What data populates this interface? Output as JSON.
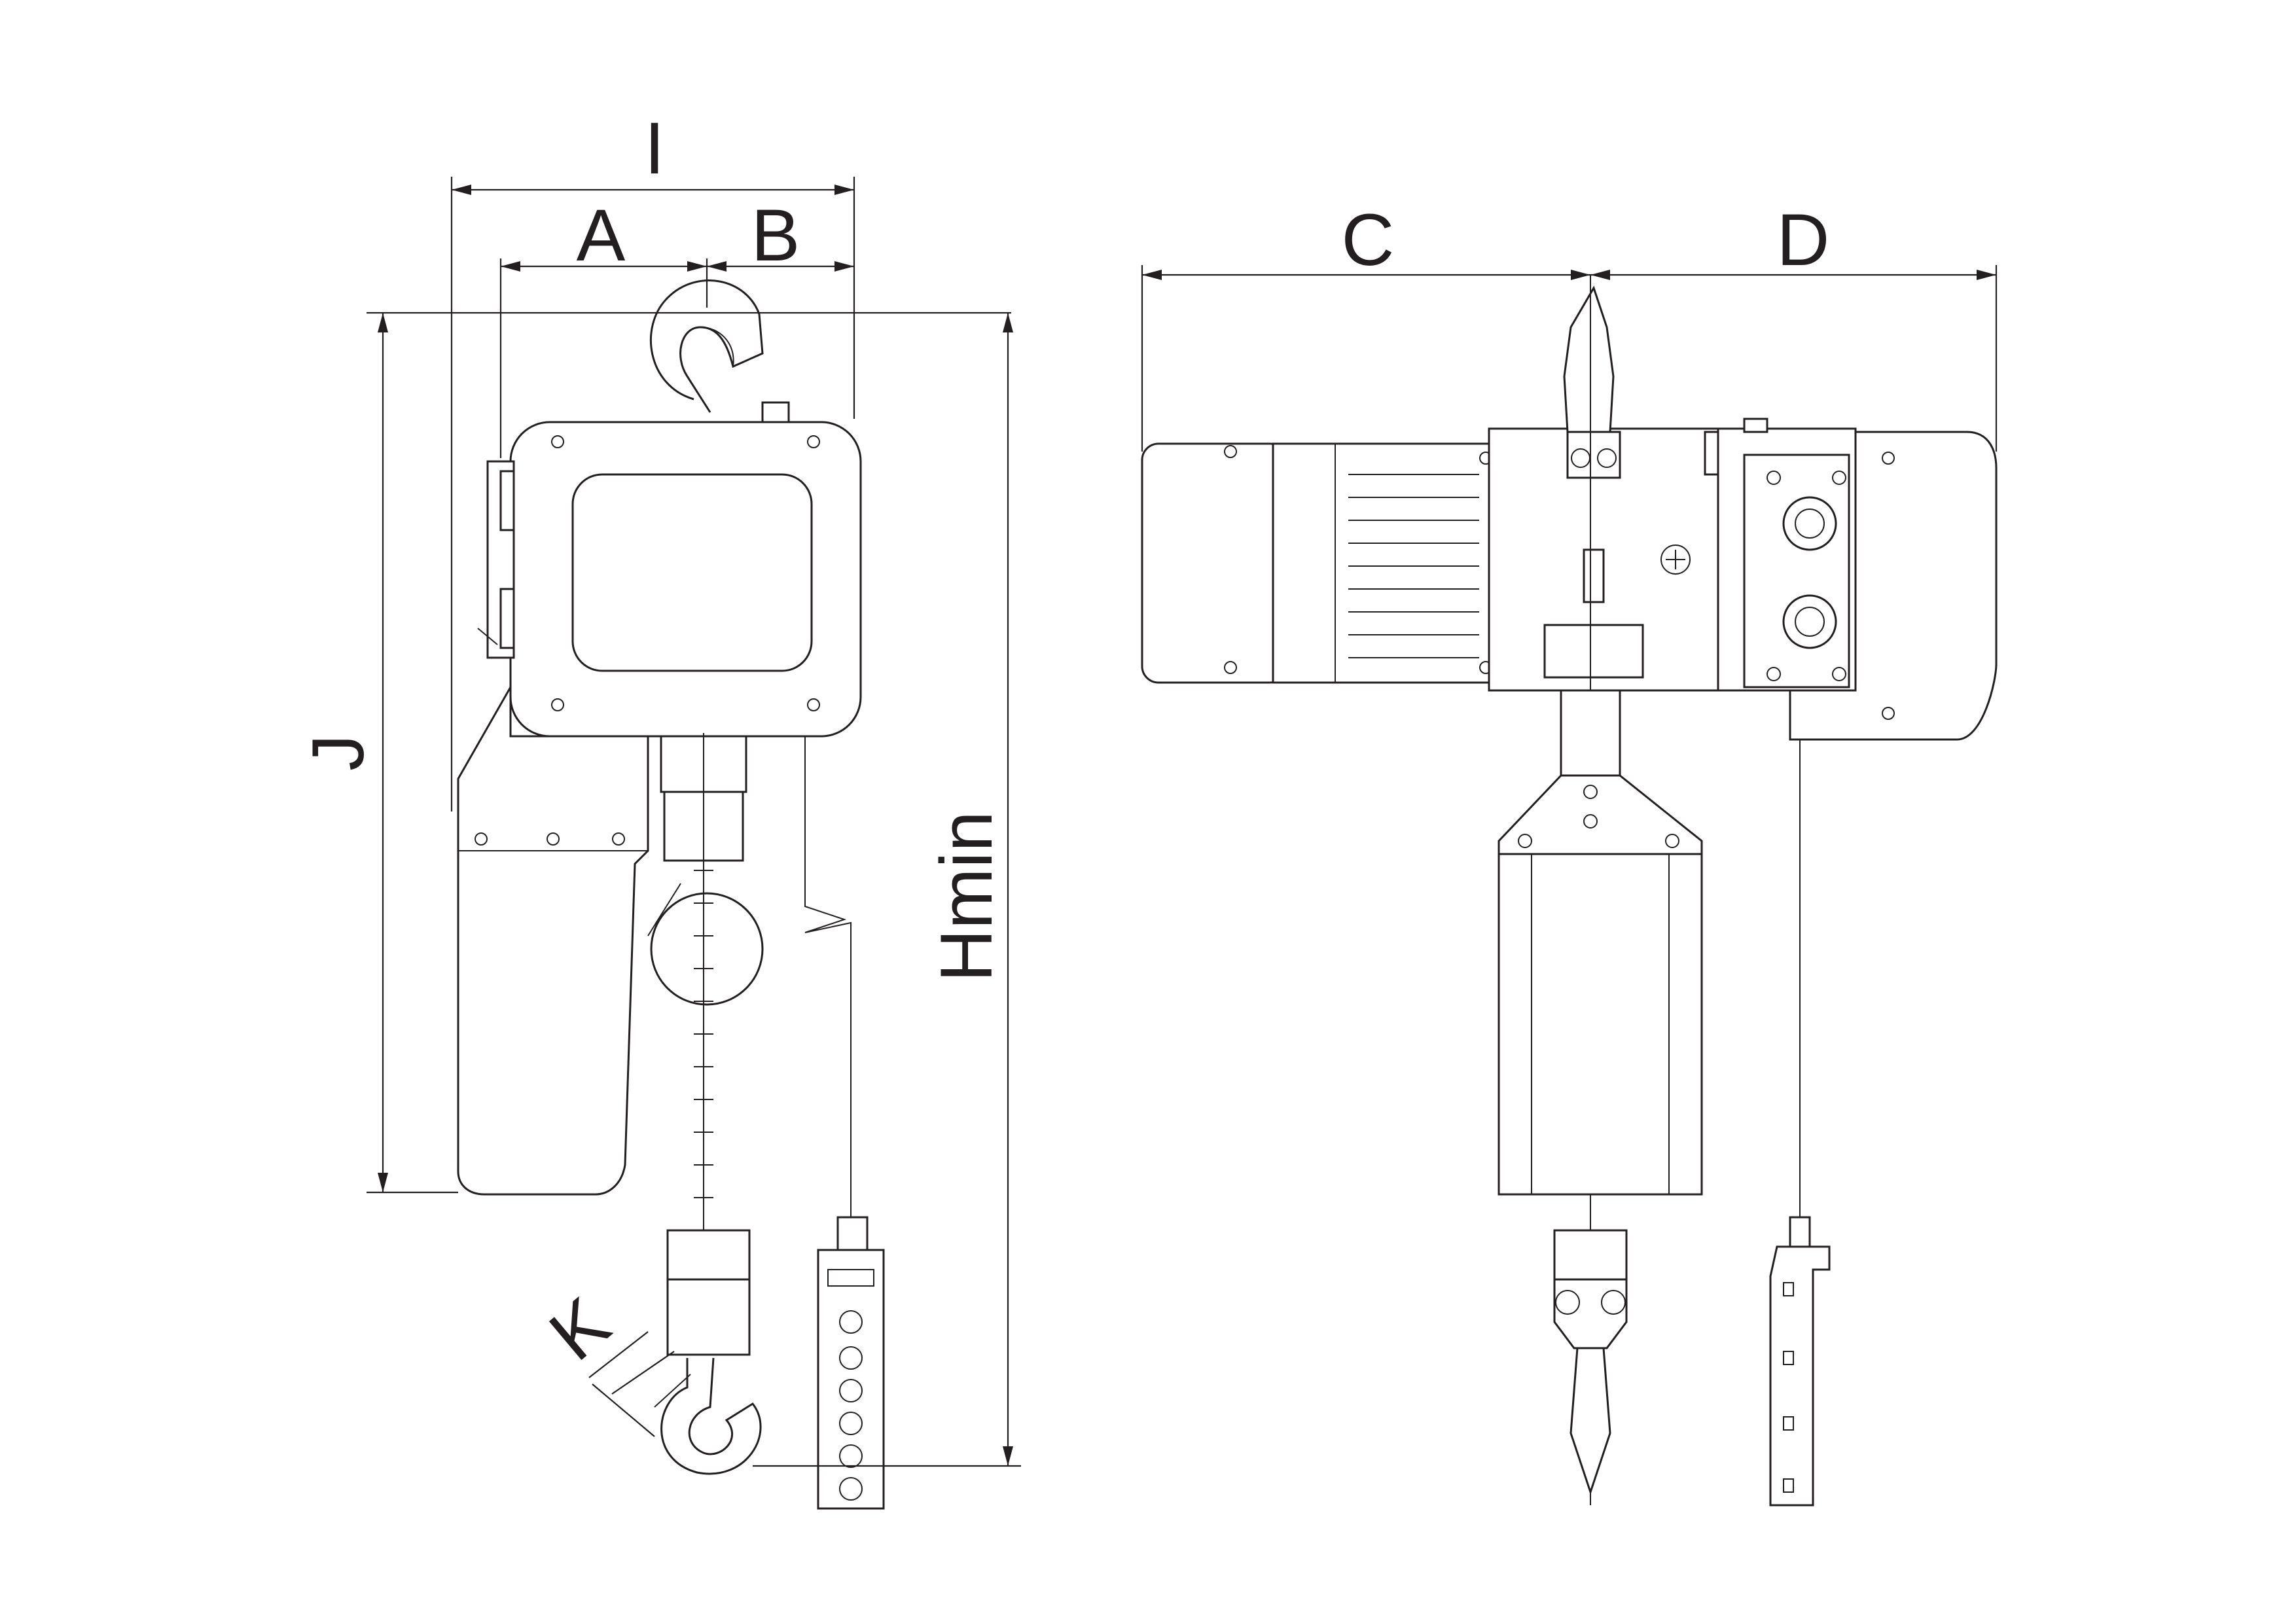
{
  "diagram": {
    "dimension_labels": {
      "I": "I",
      "A": "A",
      "B": "B",
      "C": "C",
      "D": "D",
      "J": "J",
      "Hmin": "Hmin",
      "K": "K"
    },
    "colors": {
      "line": "#231f20",
      "background": "#ffffff"
    }
  }
}
